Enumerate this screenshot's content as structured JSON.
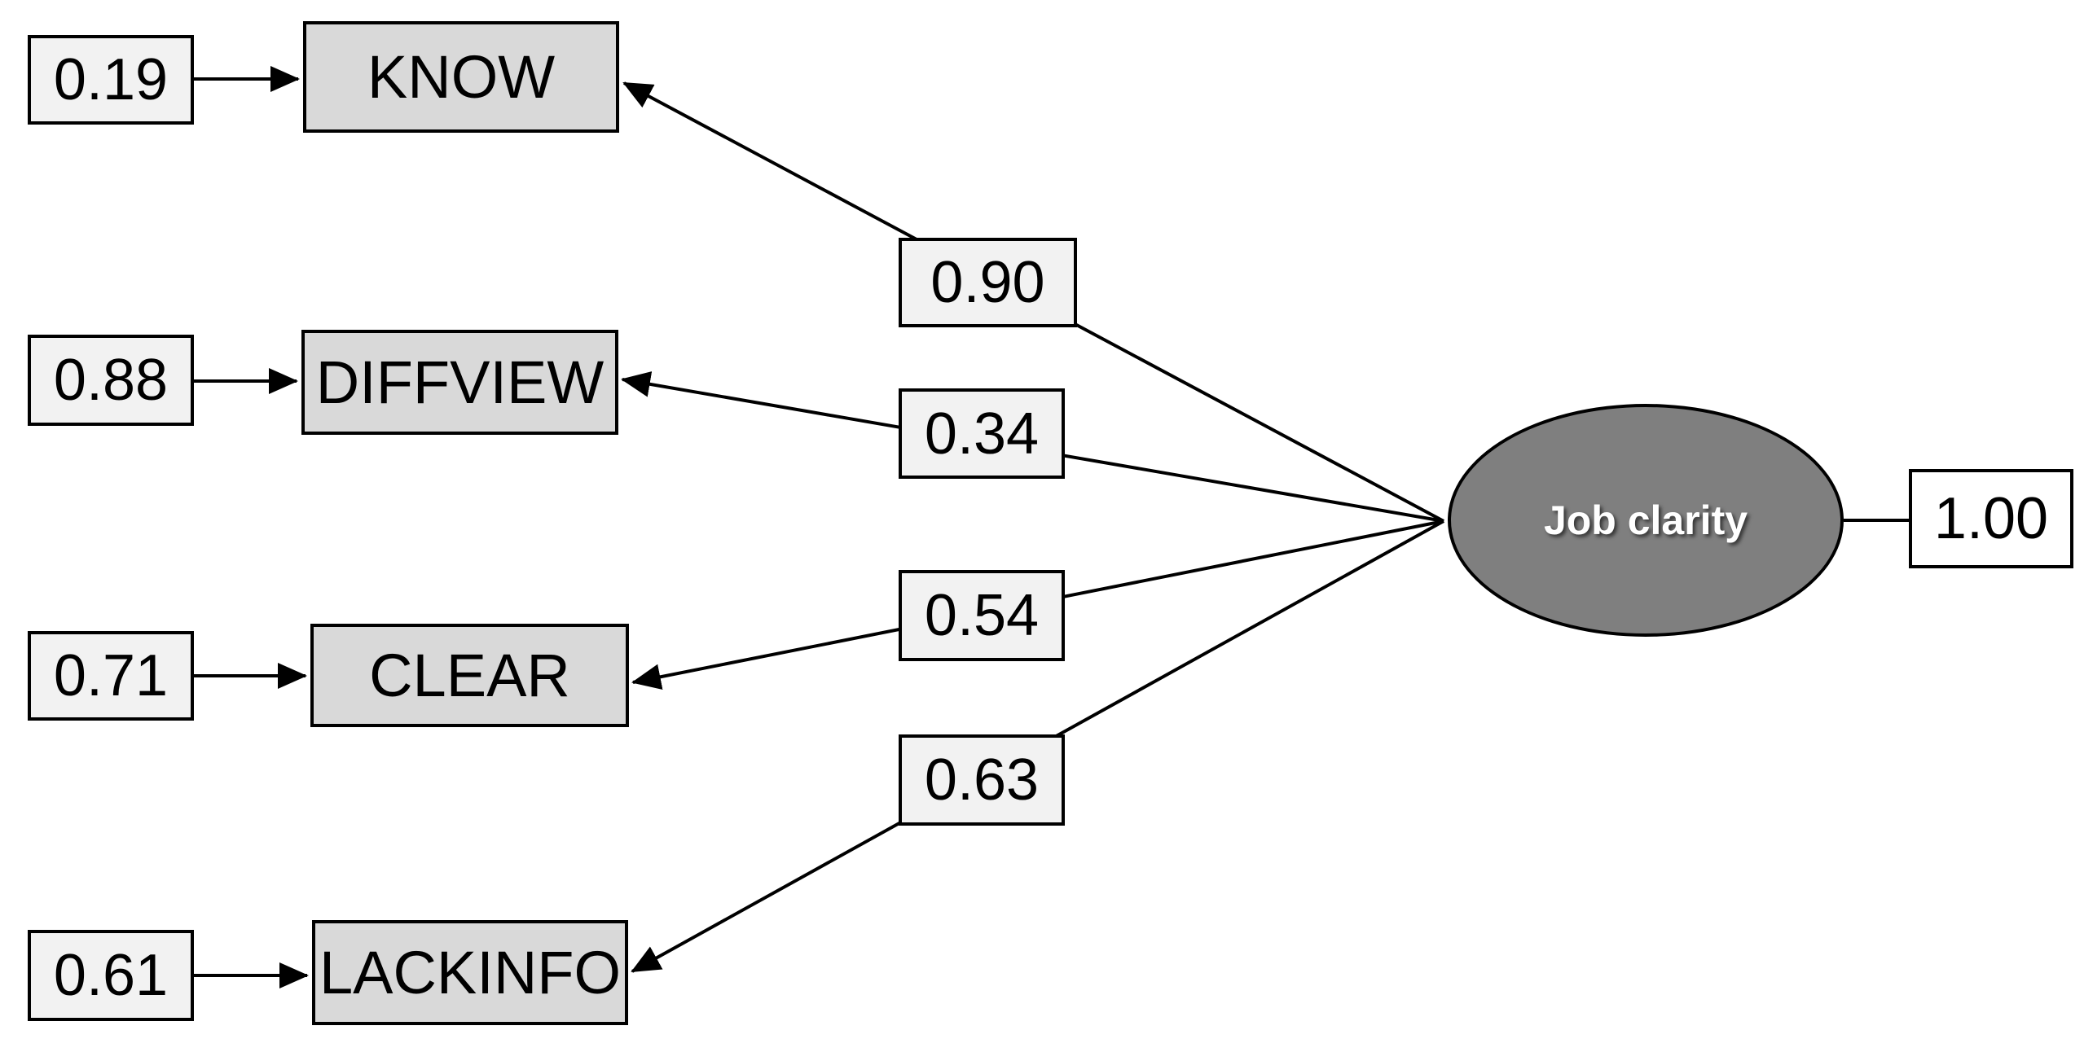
{
  "diagram": {
    "latent": {
      "label": "Job clarity",
      "variance": "1.00"
    },
    "indicators": [
      {
        "name": "KNOW",
        "error": "0.19",
        "loading": "0.90"
      },
      {
        "name": "DIFFVIEW",
        "error": "0.88",
        "loading": "0.34"
      },
      {
        "name": "CLEAR",
        "error": "0.71",
        "loading": "0.54"
      },
      {
        "name": "LACKINFO",
        "error": "0.61",
        "loading": "0.63"
      }
    ],
    "colors": {
      "value_box_fill": "#f2f2f2",
      "indicator_box_fill": "#d9d9d9",
      "latent_fill": "#7f7f7f",
      "variance_box_fill": "#ffffff",
      "line_and_border": "#000000",
      "latent_text": "#ffffff"
    }
  }
}
